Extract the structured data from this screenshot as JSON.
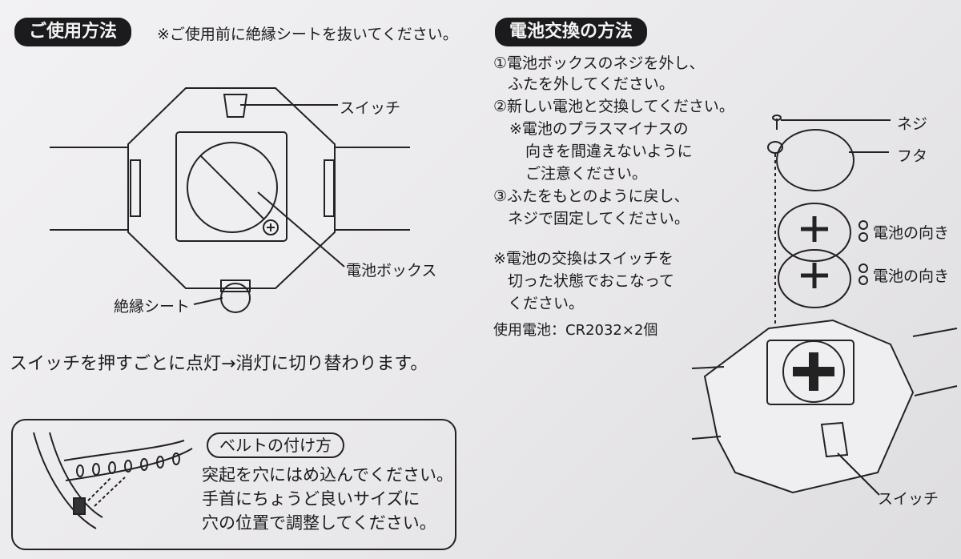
{
  "usage": {
    "title": "ご使用方法",
    "note": "※ご使用前に絶縁シートを抜いてください。",
    "label_switch": "スイッチ",
    "label_battery_box": "電池ボックス",
    "label_insulation": "絶縁シート",
    "toggle_text": "スイッチを押すごとに点灯→消灯に切り替わります。"
  },
  "battery": {
    "title": "電池交換の方法",
    "steps": [
      "①電池ボックスのネジを外し、",
      "ふたを外してください。",
      "②新しい電池と交換してください。",
      "※電池のプラスマイナスの",
      "向きを間違えないように",
      "ご注意ください。",
      "③ふたをもとのように戻し、",
      "ネジで固定してください。"
    ],
    "note_lines": [
      "※電池の交換はスイッチを",
      "切った状態でおこなって",
      "ください。"
    ],
    "battery_type": "使用電池：CR2032×2個"
  },
  "diagram": {
    "label_screw": "ネジ",
    "label_cover": "フタ",
    "label_orientation_1": "電池の向き",
    "label_orientation_2": "電池の向き",
    "label_switch": "スイッチ"
  },
  "belt": {
    "title": "ベルトの付け方",
    "lines": [
      "突起を穴にはめ込んでください。",
      "手首にちょうど良いサイズに",
      "穴の位置で調整してください。"
    ]
  }
}
